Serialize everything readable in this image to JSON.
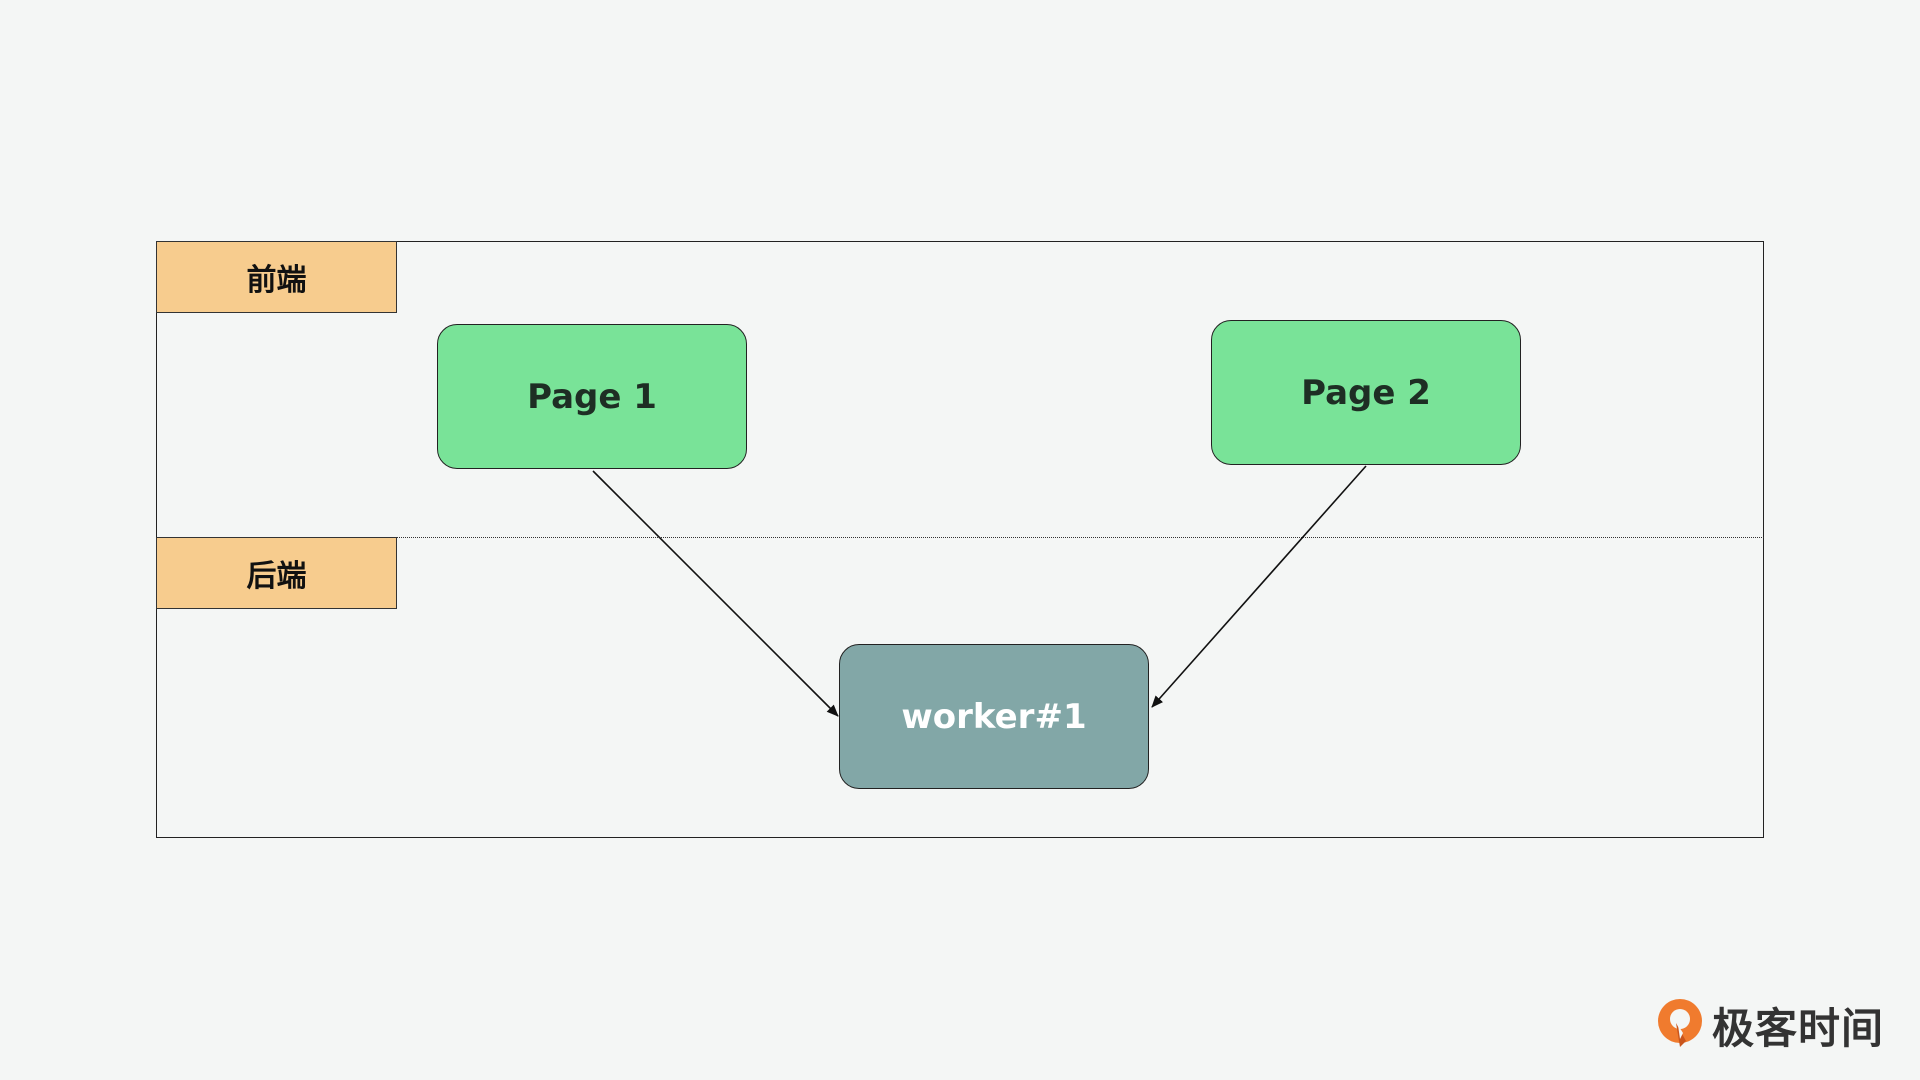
{
  "lanes": {
    "frontend_label": "前端",
    "backend_label": "后端"
  },
  "nodes": {
    "page1": "Page 1",
    "page2": "Page 2",
    "worker": "worker#1"
  },
  "edges": [
    {
      "from": "Page 1",
      "to": "worker#1"
    },
    {
      "from": "Page 2",
      "to": "worker#1"
    }
  ],
  "logo": {
    "text": "极客时间",
    "icon": "geektime-logo-icon"
  },
  "colors": {
    "background": "#f4f6f5",
    "lane_label": "#f7cc8e",
    "page_node": "#79e398",
    "worker_node": "#82a7a7",
    "logo_accent": "#f07b2e"
  }
}
